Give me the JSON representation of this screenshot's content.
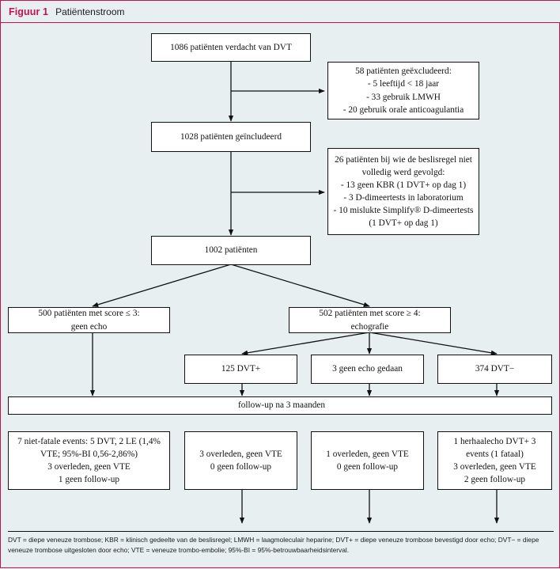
{
  "header": {
    "figure_label": "Figuur 1",
    "title": "Patiëntenstroom",
    "accent_color": "#c8124b"
  },
  "colors": {
    "background": "#e7eff1",
    "box_fill": "#ffffff",
    "box_stroke": "#111111",
    "accent": "#c8124b"
  },
  "chart_data": {
    "type": "diagram",
    "title": "Patiëntenstroom",
    "nodes": [
      {
        "id": "n1",
        "label": "1086 patiënten verdacht van DVT",
        "value": 1086
      },
      {
        "id": "n2",
        "label": "58 patiënten geëxcludeerd:\n- 5 leeftijd < 18 jaar\n- 33 gebruik LMWH\n- 20 gebruik orale anticoagulantia",
        "value": 58
      },
      {
        "id": "n3",
        "label": "1028 patiënten geïncludeerd",
        "value": 1028
      },
      {
        "id": "n4",
        "label": "26 patiënten bij wie de beslisregel niet volledig werd gevolgd:\n- 13 geen KBR (1 DVT+ op dag 1)\n- 3 D-dimeertests in laboratorium\n- 10 mislukte Simplify® D-dimeertests (1 DVT+ op dag 1)",
        "value": 26
      },
      {
        "id": "n5",
        "label": "1002 patiënten",
        "value": 1002
      },
      {
        "id": "n6",
        "label": "500 patiënten met score ≤ 3:\ngeen echo",
        "value": 500
      },
      {
        "id": "n7",
        "label": "502 patiënten met score ≥ 4:\nechografie",
        "value": 502
      },
      {
        "id": "n8",
        "label": "125 DVT+",
        "value": 125
      },
      {
        "id": "n9",
        "label": "3 geen echo gedaan",
        "value": 3
      },
      {
        "id": "n10",
        "label": "374 DVT−",
        "value": 374
      },
      {
        "id": "n11",
        "label": "follow-up na 3 maanden",
        "value": null
      },
      {
        "id": "n12",
        "label": "7 niet-fatale events: 5 DVT, 2 LE (1,4% VTE; 95%-BI 0,56-2,86%)\n3 overleden, geen VTE\n1 geen follow-up",
        "value": 7
      },
      {
        "id": "n13",
        "label": "3 overleden, geen VTE\n0 geen follow-up",
        "value": 3
      },
      {
        "id": "n14",
        "label": "1 overleden, geen VTE\n0 geen follow-up",
        "value": 1
      },
      {
        "id": "n15",
        "label": "1 herhaalecho DVT+ 3 events (1 fataal)\n3 overleden, geen VTE\n2 geen follow-up",
        "value": 1
      }
    ],
    "edges": [
      {
        "from": "n1",
        "to": "n3"
      },
      {
        "from": "n1",
        "to": "n2"
      },
      {
        "from": "n3",
        "to": "n5"
      },
      {
        "from": "n3",
        "to": "n4"
      },
      {
        "from": "n5",
        "to": "n6"
      },
      {
        "from": "n5",
        "to": "n7"
      },
      {
        "from": "n7",
        "to": "n8"
      },
      {
        "from": "n7",
        "to": "n9"
      },
      {
        "from": "n7",
        "to": "n10"
      },
      {
        "from": "n6",
        "to": "n11"
      },
      {
        "from": "n8",
        "to": "n11"
      },
      {
        "from": "n9",
        "to": "n11"
      },
      {
        "from": "n10",
        "to": "n11"
      },
      {
        "from": "n12",
        "to": "footnote"
      },
      {
        "from": "n13",
        "to": "footnote"
      },
      {
        "from": "n14",
        "to": "footnote"
      },
      {
        "from": "n15",
        "to": "footnote"
      }
    ]
  },
  "boxes": {
    "suspected": "1086 patiënten verdacht van DVT",
    "excluded": "58 patiënten geëxcludeerd:\n- 5 leeftijd < 18 jaar\n- 33 gebruik LMWH\n- 20 gebruik orale anticoagulantia",
    "included": "1028 patiënten geïncludeerd",
    "protocol_violation": "26 patiënten bij wie de beslisregel niet volledig werd gevolgd:\n- 13 geen KBR (1 DVT+ op dag 1)\n- 3 D-dimeertests in laboratorium\n- 10 mislukte Simplify® D-dimeertests (1 DVT+ op dag 1)",
    "analysed": "1002 patiënten",
    "low_score": "500 patiënten met score ≤ 3:\ngeen echo",
    "high_score": "502 patiënten met score ≥ 4:\nechografie",
    "dvt_pos": "125 DVT+",
    "no_echo": "3 geen echo gedaan",
    "dvt_neg": "374 DVT−",
    "followup": "follow-up na 3 maanden",
    "outcome_low": "7 niet-fatale events: 5 DVT, 2 LE (1,4% VTE; 95%-BI 0,56-2,86%)\n3 overleden, geen VTE\n1 geen follow-up",
    "outcome_dvtpos": "3 overleden, geen VTE\n0 geen follow-up",
    "outcome_noecho": "1 overleden, geen VTE\n0 geen follow-up",
    "outcome_dvtneg": "1 herhaalecho DVT+ 3 events (1 fataal)\n3 overleden, geen VTE\n2 geen follow-up"
  },
  "footnote": "DVT = diepe veneuze trombose; KBR = klinisch gedeelte van de beslisregel; LMWH = laagmoleculair heparine; DVT+ = diepe veneuze trombose bevestigd door echo; DVT− = diepe veneuze trombose uitgesloten door echo; VTE = veneuze trombo-embolie; 95%-BI = 95%-betrouwbaarheidsinterval."
}
